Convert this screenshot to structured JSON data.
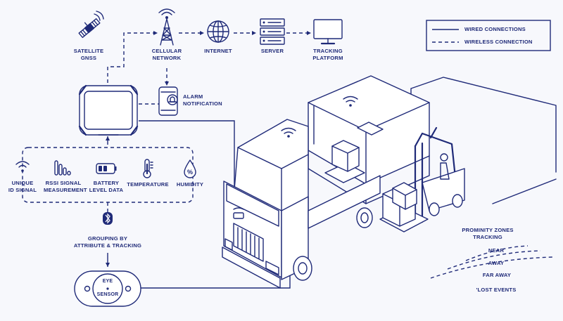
{
  "legend": {
    "wired": "WIRED CONNECTIONS",
    "wireless": "WIRELESS CONNECTION"
  },
  "top_row": {
    "satellite": "SATELLITE\nGNSS",
    "cellular": "CELLULAR\nNETWORK",
    "internet": "INTERNET",
    "server": "SERVER",
    "tracking": "TRACKING\nPLATFORM"
  },
  "alarm": "ALARM\nNOTIFICATION",
  "sensor_data": {
    "unique_id": "UNIQUE\nID SIGNAL",
    "rssi": "RSSI SIGNAL\nMEASUREMENT",
    "battery": "BATTERY\nLEVEL DATA",
    "temperature": "TEMPERATURE",
    "humidity": "HUMIDITY"
  },
  "grouping": "GROUPING BY\nATTRIBUTE & TRACKING",
  "eye_sensor": {
    "line1": "EYE",
    "line2": "SENSOR"
  },
  "proximity": {
    "title": "PROMINITY ZONES\nTRACKING",
    "near": "NEAR",
    "away": "AWAY",
    "far_away": "FAR AWAY",
    "lost": "'LOST EVENTS"
  },
  "colors": {
    "ink": "#1f2a78",
    "background": "#f7f8fc"
  }
}
